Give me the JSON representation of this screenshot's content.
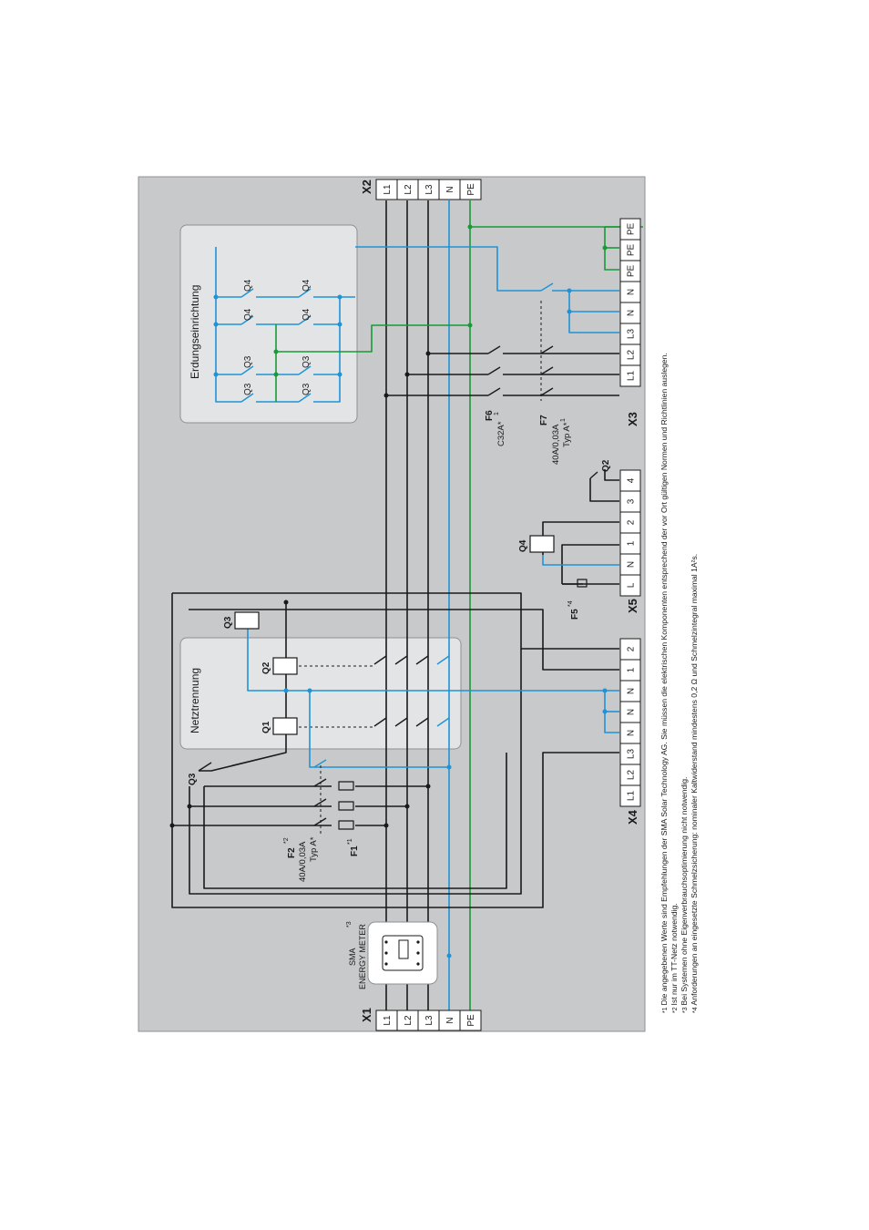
{
  "colors": {
    "background": "#c8c9cb",
    "box_fill": "#e3e4e6",
    "box_stroke": "#8f9093",
    "phase": "#1a1a1a",
    "neutral": "#1f93d6",
    "earth": "#169b36"
  },
  "blocks": {
    "x1": {
      "label": "X1",
      "terminals": [
        "L1",
        "L2",
        "L3",
        "N",
        "PE"
      ]
    },
    "x2": {
      "label": "X2",
      "terminals": [
        "L1",
        "L2",
        "L3",
        "N",
        "PE"
      ]
    },
    "x3": {
      "label": "X3",
      "terminals": [
        "L1",
        "L2",
        "L3",
        "N",
        "N",
        "PE",
        "PE",
        "PE"
      ]
    },
    "x4": {
      "label": "X4",
      "terminals": [
        "L1",
        "L2",
        "L3",
        "N",
        "N",
        "N",
        "1",
        "2"
      ]
    },
    "x5": {
      "label": "X5",
      "terminals": [
        "L",
        "N",
        "1",
        "2",
        "3",
        "4"
      ]
    }
  },
  "meter": {
    "line1": "SMA",
    "line2": "ENERGY METER",
    "note": "*3"
  },
  "netztrennung": {
    "title": "Netztrennung",
    "q1": "Q1",
    "q2": "Q2"
  },
  "erdung": {
    "title": "Erdungseinrichtung",
    "q3": "Q3",
    "q4": "Q4"
  },
  "relays": {
    "q3": "Q3",
    "q4": "Q4",
    "q2": "Q2",
    "q3_contact": "Q3"
  },
  "protection": {
    "f1": {
      "label": "F1",
      "note": "*1"
    },
    "f2": {
      "label": "F2",
      "note": "*2",
      "rating": "40A/0,03A",
      "type": "Typ A*"
    },
    "f5": {
      "label": "F5",
      "note": "*4"
    },
    "f6": {
      "label": "F6",
      "rating": "C32A*",
      "note": "1"
    },
    "f7": {
      "label": "F7",
      "rating": "40A/0,03A",
      "type": "Typ A*",
      "note": "1"
    }
  },
  "footnotes": [
    {
      "mark": "*1",
      "text": "Die angegebenen Werte sind Empfehlungen der SMA Solar Technology AG. Sie müssen die elektrischen Komponenten entsprechend der vor Ort gültigen Normen und Richtlinien auslegen."
    },
    {
      "mark": "*2",
      "text": "Ist nur im TT-Netz notwendig."
    },
    {
      "mark": "*3",
      "text": "Bei Systemen ohne Eigenverbrauchsoptimierung nicht notwendig."
    },
    {
      "mark": "*4",
      "text": "Anforderungen an eingesetzte Schmelzsicherung: nominaler Kaltwiderstand mindestens 0,2 Ω und Schmelzintegral maximal 1A²s."
    }
  ]
}
